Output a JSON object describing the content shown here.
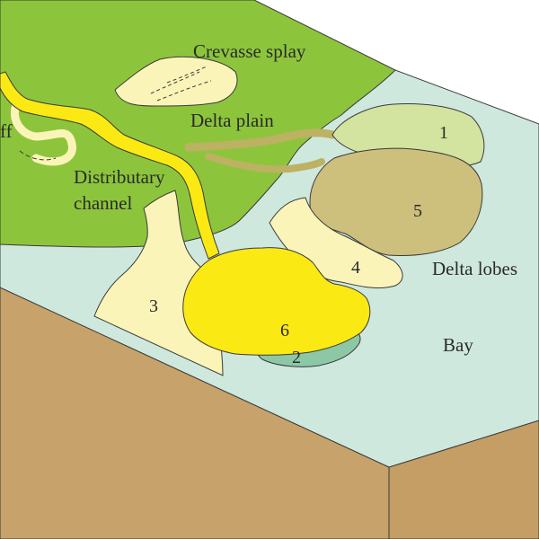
{
  "labels": {
    "crevasse_splay": "Crevasse splay",
    "delta_plain": "Delta plain",
    "distributary_channel_line1": "Distributary",
    "distributary_channel_line2": "channel",
    "cutoff_fragment": "ff",
    "delta_lobes": "Delta lobes",
    "bay": "Bay"
  },
  "lobes": [
    {
      "number": "1",
      "color": "#d3e3a0"
    },
    {
      "number": "2",
      "color": "#8cc8a6"
    },
    {
      "number": "3",
      "color": "#fbf4b8"
    },
    {
      "number": "4",
      "color": "#fbf4b8"
    },
    {
      "number": "5",
      "color": "#cdbf7c"
    },
    {
      "number": "6",
      "color": "#fbe914"
    }
  ],
  "colors": {
    "delta_plain": "#8cc53c",
    "bay": "#cfe8de",
    "channel": "#fbe914",
    "crevasse_splay": "#fbf4b8",
    "abandoned_channel": "#bdb163",
    "front_face": "#c7a36b",
    "side_face": "#c49e64"
  }
}
